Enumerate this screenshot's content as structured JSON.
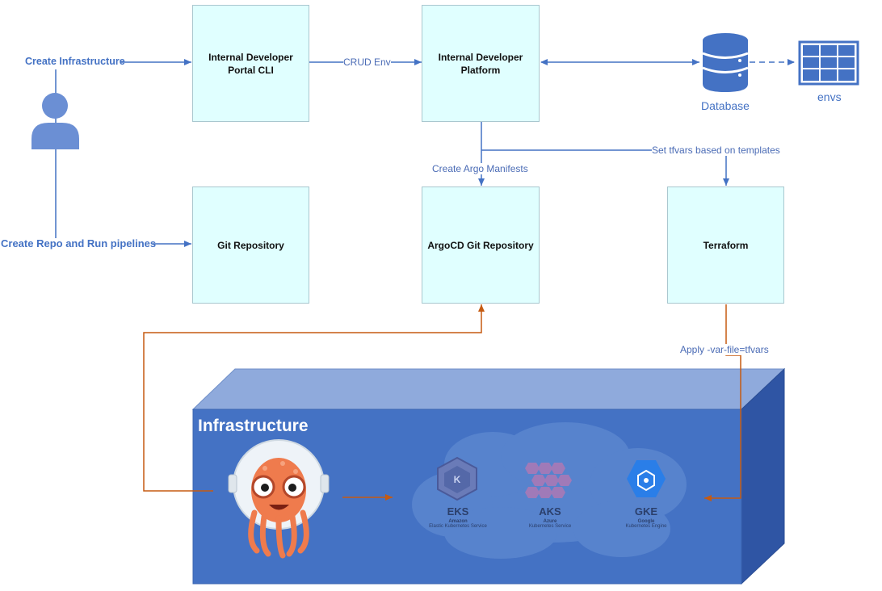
{
  "diagram": {
    "nodes": {
      "portal_cli": "Internal Developer Portal CLI",
      "platform": "Internal Developer Platform",
      "git_repo": "Git Repository",
      "argocd_repo": "ArgoCD Git Repository",
      "terraform": "Terraform"
    },
    "actions": {
      "create_infrastructure": "Create Infrastructure",
      "create_repo": "Create Repo and Run pipelines"
    },
    "edges": {
      "crud_env": "CRUD Env",
      "create_argo_manifests": "Create Argo Manifests",
      "set_tfvars": "Set tfvars based on templates",
      "apply_var_file": "Apply -var-file=tfvars"
    },
    "database_label": "Database",
    "envs_label": "envs",
    "infrastructure_title": "Infrastructure",
    "clusters": [
      {
        "short": "EKS",
        "vendor": "Amazon",
        "product": "Elastic Kubernetes Service"
      },
      {
        "short": "AKS",
        "vendor": "Azure",
        "product": "Kubernetes Service"
      },
      {
        "short": "GKE",
        "vendor": "Google",
        "product": "Kubernetes Engine"
      }
    ],
    "colors": {
      "blue_line": "#4472c4",
      "orange_line": "#c55a11",
      "box_fill": "#e0ffff",
      "infra_front": "#4472c4",
      "infra_top": "#8faadc",
      "infra_side": "#2f55a4"
    }
  }
}
